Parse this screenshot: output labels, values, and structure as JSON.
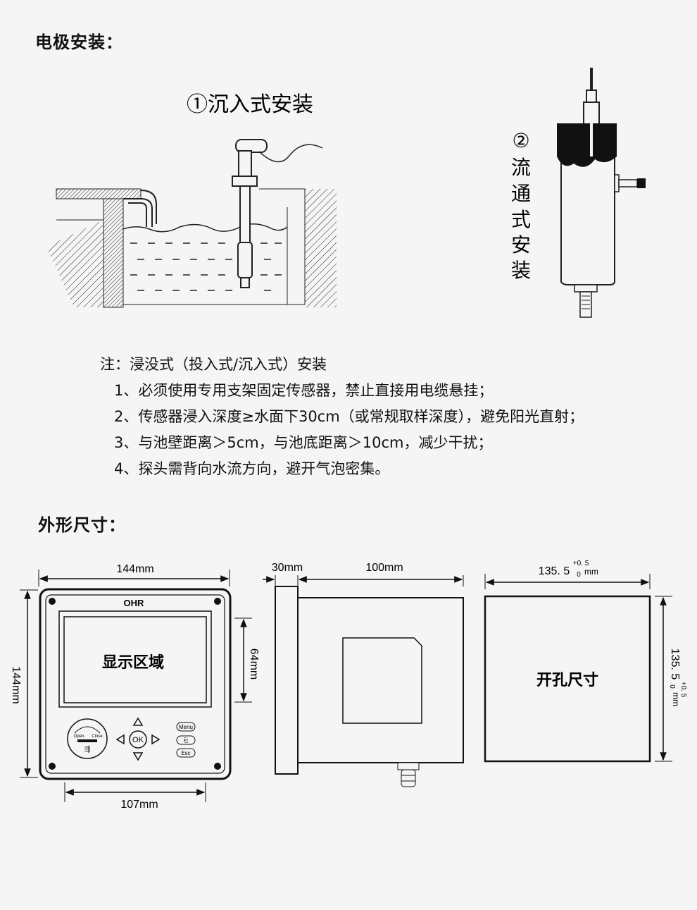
{
  "sections": {
    "electrode_install": "电极安装：",
    "dimensions": "外形尺寸："
  },
  "install": {
    "immersion_title": "①沉入式安装",
    "flow_marker": "②",
    "flow_chars": [
      "流",
      "通",
      "式",
      "安",
      "装"
    ]
  },
  "notes": {
    "header": "注：浸没式（投入式/沉入式）安装",
    "items": [
      "1、必须使用专用支架固定传感器，禁止直接用电缆悬挂；",
      "2、传感器浸入深度≥水面下30cm（或常规取样深度），避免阳光直射；",
      "3、与池壁距离＞5cm，与池底距离＞10cm，减少干扰；",
      "4、探头需背向水流方向，避开气泡密集。"
    ]
  },
  "front_view": {
    "width_label": "144mm",
    "height_label": "144mm",
    "display_height_label": "64mm",
    "bottom_width_label": "107mm",
    "brand": "OHR",
    "display_label": "显示区域",
    "usb_open": "Open",
    "usb_close": "Close",
    "ok_label": "OK",
    "menu_label": "Menu",
    "esc_label": "Esc"
  },
  "side_view": {
    "front_depth_label": "30mm",
    "body_depth_label": "100mm"
  },
  "cutout": {
    "width_label": "135. 5",
    "width_tol_upper": "+0. 5",
    "width_tol_lower": "0",
    "width_unit": "mm",
    "height_label": "135. 5",
    "height_tol_upper": "+0. 5",
    "height_tol_lower": "0",
    "height_unit": "mm",
    "label": "开孔尺寸"
  }
}
